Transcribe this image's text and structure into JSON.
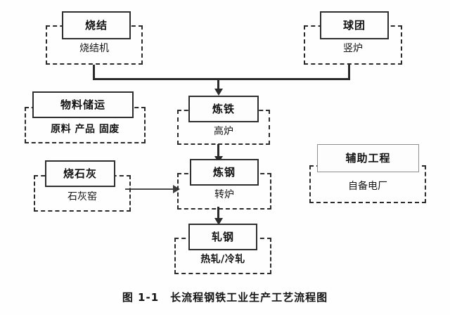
{
  "figure": {
    "number": "图 1-1",
    "caption": "长流程钢铁工业生产工艺流程图",
    "full_caption": "图 1-1　长流程钢铁工业生产工艺流程图"
  },
  "colors": {
    "background": "#ffffff",
    "line": "#2b2b2b",
    "text": "#111111",
    "plate_border": "#2e2e2e",
    "plate_border_light": "#8e8e8e",
    "arrow": "#3c3c3c"
  },
  "units": [
    {
      "id": "sintering",
      "title": "烧结",
      "subtitle": "烧结机"
    },
    {
      "id": "pelletizing",
      "title": "球团",
      "subtitle": "竖炉"
    },
    {
      "id": "material-storage",
      "title": "物料储运",
      "subtitle": "原料 产品 固废"
    },
    {
      "id": "ironmaking",
      "title": "炼铁",
      "subtitle": "高炉"
    },
    {
      "id": "lime-burning",
      "title": "烧石灰",
      "subtitle": "石灰窑"
    },
    {
      "id": "steelmaking",
      "title": "炼钢",
      "subtitle": "转炉"
    },
    {
      "id": "auxiliary",
      "title": "辅助工程",
      "subtitle": "自备电厂"
    },
    {
      "id": "rolling",
      "title": "轧钢",
      "subtitle": "热轧/冷轧"
    }
  ],
  "connections": [
    {
      "from": "sintering",
      "to": "ironmaking",
      "style": "elbow-bus-arrow-down"
    },
    {
      "from": "pelletizing",
      "to": "ironmaking",
      "style": "elbow-bus-arrow-down"
    },
    {
      "from": "ironmaking",
      "to": "steelmaking",
      "style": "arrow-down"
    },
    {
      "from": "lime-burning",
      "to": "steelmaking",
      "style": "arrow-right"
    },
    {
      "from": "steelmaking",
      "to": "rolling",
      "style": "arrow-down"
    }
  ]
}
